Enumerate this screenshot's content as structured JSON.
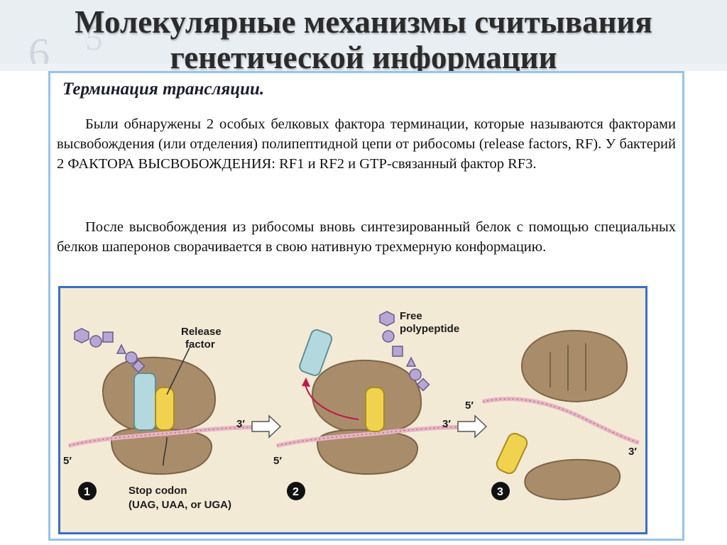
{
  "slide": {
    "title": "Молекулярные механизмы считывания генетической информации",
    "subtitle": "Терминация трансляции.",
    "paragraphs": [
      "Были обнаружены 2 особых белковых фактора терминации, которые называются факторами высвобождения (или отделения) полипептидной цепи от рибосомы (release factors, RF). У бактерий 2 ФАКТОРА ВЫСВОБОЖДЕНИЯ: RF1 и RF2 и GTP-связанный фактор RF3.",
      "После высвобождения из рибосомы вновь синтезированный белок с помощью специальных белков шаперонов сворачивается в свою нативную трехмерную конформацию."
    ]
  },
  "figure": {
    "label_release_1": "Release",
    "label_release_2": "factor",
    "label_free_1": "Free",
    "label_free_2": "polypeptide",
    "label_stop_1": "Stop codon",
    "label_stop_2": "(UAG, UAA, or UGA)",
    "prime3": "3′",
    "prime5": "5′",
    "step1": "1",
    "step2": "2",
    "step3": "3"
  },
  "colors": {
    "ribosome": "#a98c6a",
    "release_factor": "#f1d24f",
    "trna": "#b3d9df",
    "mrna": "#e8b4c4",
    "frame": "#3a6fc9"
  }
}
